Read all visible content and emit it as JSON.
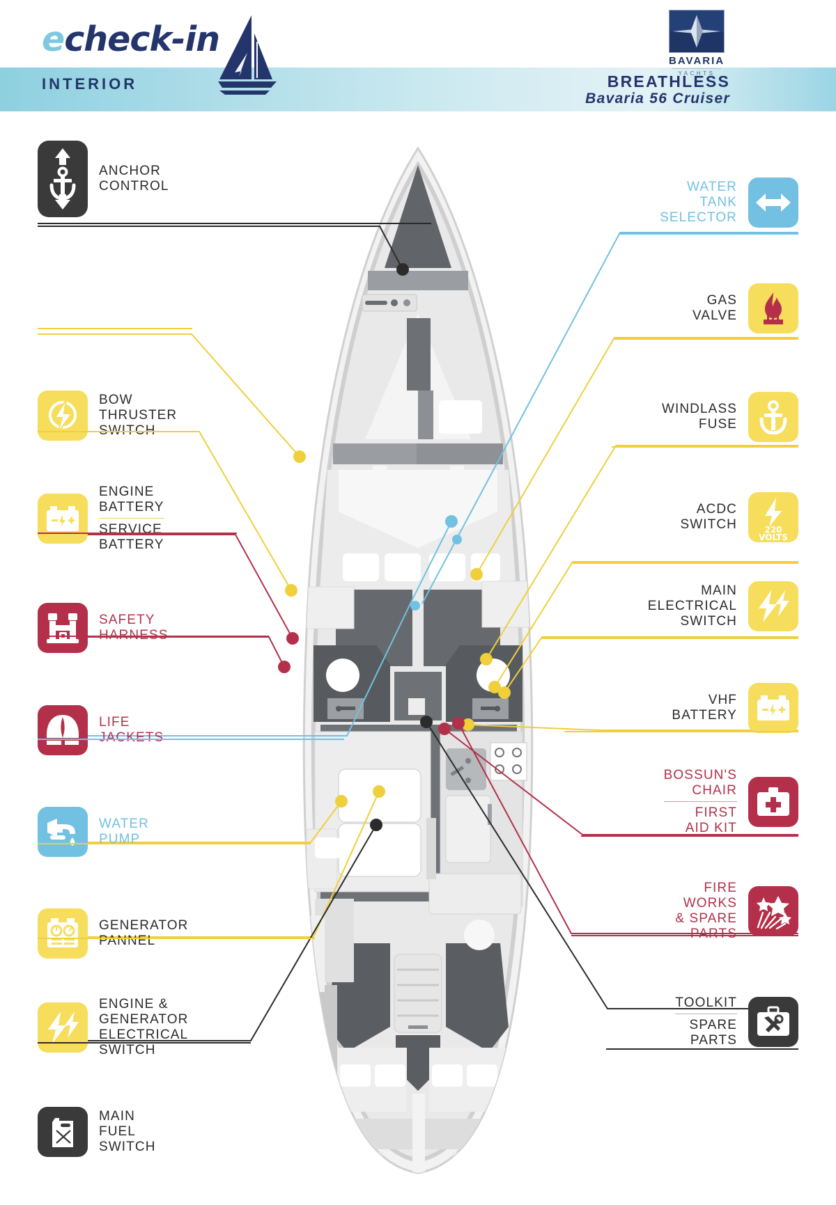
{
  "header": {
    "logo_text_e": "e",
    "logo_text_rest": "check-in",
    "section": "INTERIOR",
    "brand_name": "BAVARIA",
    "brand_sub": "YACHTS",
    "boat_name": "BREATHLESS",
    "boat_model": "Bavaria 56 Cruiser",
    "sail_icon": "sailboat-icon"
  },
  "colors": {
    "yellow": "#f7dd5c",
    "red": "#b4304a",
    "blue": "#72c0e2",
    "dark": "#3a3a3a",
    "brand_navy": "#23356b",
    "band_teal": "#8ed0e0"
  },
  "legend_left": [
    {
      "id": "anchor-control",
      "icon": "anchor-updown-icon",
      "color": "dark",
      "lines": [
        "ANCHOR",
        "CONTROL"
      ]
    },
    {
      "id": "bow-thruster-switch",
      "icon": "thruster-bolt-icon",
      "color": "yellow",
      "lines": [
        "BOW",
        "THRUSTER",
        "SWITCH"
      ]
    },
    {
      "id": "engine-service-battery",
      "icon": "battery-icon",
      "color": "yellow",
      "lines": [
        "ENGINE",
        "BATTERY"
      ],
      "lines2": [
        "SERVICE",
        "BATTERY"
      ],
      "divider": true
    },
    {
      "id": "safety-harness",
      "icon": "harness-icon",
      "color": "red",
      "lines": [
        "SAFETY",
        "HARNESS"
      ]
    },
    {
      "id": "life-jackets",
      "icon": "lifejacket-icon",
      "color": "red",
      "lines": [
        "LIFE",
        "JACKETS"
      ]
    },
    {
      "id": "water-pump",
      "icon": "faucet-icon",
      "color": "blue",
      "lines": [
        "WATER",
        "PUMP"
      ]
    },
    {
      "id": "generator-pannel",
      "icon": "generator-panel-icon",
      "color": "yellow",
      "lines": [
        "GENERATOR",
        "PANNEL"
      ]
    },
    {
      "id": "engine-generator-electrical-switch",
      "icon": "double-bolt-icon",
      "color": "yellow",
      "lines": [
        "ENGINE &",
        "GENERATOR",
        "ELECTRICAL",
        "SWITCH"
      ]
    },
    {
      "id": "main-fuel-switch",
      "icon": "fuel-can-icon",
      "color": "dark",
      "lines": [
        "MAIN",
        "FUEL",
        "SWITCH"
      ]
    }
  ],
  "legend_right": [
    {
      "id": "water-tank-selector",
      "icon": "double-arrow-icon",
      "color": "blue",
      "lines": [
        "WATER",
        "TANK",
        "SELECTOR"
      ]
    },
    {
      "id": "gas-valve",
      "icon": "flame-burner-icon",
      "color": "yellow",
      "lines": [
        "GAS",
        "VALVE"
      ]
    },
    {
      "id": "windlass-fuse",
      "icon": "anchor-icon",
      "color": "yellow",
      "lines": [
        "WINDLASS",
        "FUSE"
      ]
    },
    {
      "id": "acdc-switch",
      "icon": "bolt-220v-icon",
      "color": "yellow",
      "lines": [
        "ACDC",
        "SWITCH"
      ],
      "badge": "220 VOLTS"
    },
    {
      "id": "main-electrical-switch",
      "icon": "double-bolt-icon",
      "color": "yellow",
      "lines": [
        "MAIN",
        "ELECTRICAL",
        "SWITCH"
      ]
    },
    {
      "id": "vhf-battery",
      "icon": "battery-icon",
      "color": "yellow",
      "lines": [
        "VHF",
        "BATTERY"
      ]
    },
    {
      "id": "bossuns-chair-first-aid-kit",
      "icon": "first-aid-kit-icon",
      "color": "red",
      "lines": [
        "BOSSUN'S",
        "CHAIR"
      ],
      "lines2": [
        "FIRST",
        "AID KIT"
      ],
      "divider": true
    },
    {
      "id": "fire-works-spare-parts",
      "icon": "fireworks-icon",
      "color": "red",
      "lines": [
        "FIRE",
        "WORKS",
        "& SPARE",
        "PARTS"
      ]
    },
    {
      "id": "toolkit-spare-parts",
      "icon": "toolbox-icon",
      "color": "dark",
      "lines": [
        "TOOLKIT"
      ],
      "lines2": [
        "SPARE",
        "PARTS"
      ],
      "divider": true
    }
  ],
  "acdc_badge": {
    "volts": "220",
    "unit": "VOLTS"
  }
}
